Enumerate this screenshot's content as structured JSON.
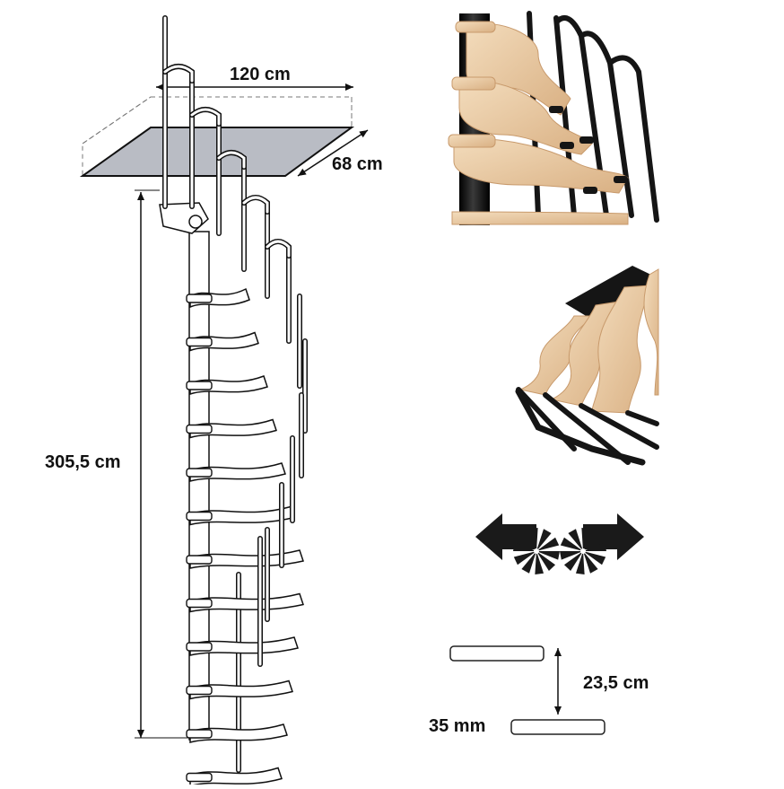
{
  "dimensions": {
    "width_label": "120 cm",
    "depth_label": "68 cm",
    "height_label": "305,5 cm",
    "riser_label": "23,5 cm",
    "tread_thickness_label": "35 mm"
  },
  "stair": {
    "step_count": 12,
    "tread_color": "#ffffff",
    "pole_color": "#ffffff",
    "line_color": "#111111",
    "opening_fill": "#b9bcc4"
  },
  "photos": {
    "wood_color": "#e9c9a1",
    "metal_color": "#151515"
  },
  "icons": {
    "rotation": "left-right-rotation-icon"
  }
}
